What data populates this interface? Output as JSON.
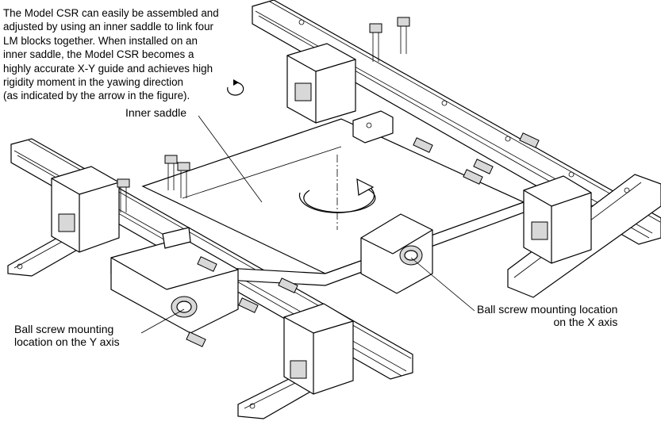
{
  "description_lines": [
    "The Model CSR can easily be assembled and",
    "adjusted by using an inner saddle to link four",
    "LM blocks together. When installed on an",
    "inner saddle, the Model CSR becomes a",
    "highly accurate X-Y guide and achieves high",
    "rigidity moment in the yawing direction",
    "(as indicated by the arrow in the figure)."
  ],
  "labels": {
    "inner_saddle": "Inner saddle",
    "ball_screw_x": [
      "Ball screw mounting location",
      "on the X axis"
    ],
    "ball_screw_y": [
      "Ball screw mounting",
      "location on the Y axis"
    ]
  },
  "colors": {
    "line": "#000000",
    "shade": "#d8d8d8",
    "background": "#ffffff"
  }
}
